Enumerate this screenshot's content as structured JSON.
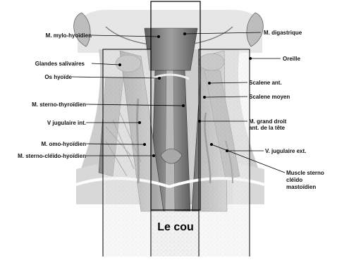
{
  "title": "Le cou",
  "labels_left": [
    {
      "id": "mylo",
      "text": "M. mylo-hyoïdien"
    },
    {
      "id": "gland",
      "text": "Glandes salivaires"
    },
    {
      "id": "hyoid",
      "text": "Os hyoïde"
    },
    {
      "id": "sterno_thyr",
      "text": "M. sterno-thyroïdien"
    },
    {
      "id": "vjug_int",
      "text": "V jugulaire int."
    },
    {
      "id": "omo",
      "text": "M. omo-hyoïdien"
    },
    {
      "id": "scm_hyo",
      "text": "M. sterno-cléïdo-hyoïdien"
    }
  ],
  "labels_right": [
    {
      "id": "digastric",
      "text": "M. digastrique"
    },
    {
      "id": "oreille",
      "text": "Oreille"
    },
    {
      "id": "scalene_ant",
      "text": "Scalene ant."
    },
    {
      "id": "scalene_moy",
      "text": "Scalene moyen"
    },
    {
      "id": "grand_droit_1",
      "text": "M. grand droit"
    },
    {
      "id": "grand_droit_2",
      "text": "ant. de la tête"
    },
    {
      "id": "vjug_ext",
      "text": "V. jugulaire ext."
    },
    {
      "id": "scm_1",
      "text": "Muscle sterno"
    },
    {
      "id": "scm_2",
      "text": "cléïdo"
    },
    {
      "id": "scm_3",
      "text": "mastoïdien"
    }
  ],
  "colors": {
    "muscle": "#8a8a8a",
    "muscle_dark": "#4a4a4a",
    "skin": "#d6d6d6",
    "line": "#000000",
    "frame": "#000000"
  }
}
